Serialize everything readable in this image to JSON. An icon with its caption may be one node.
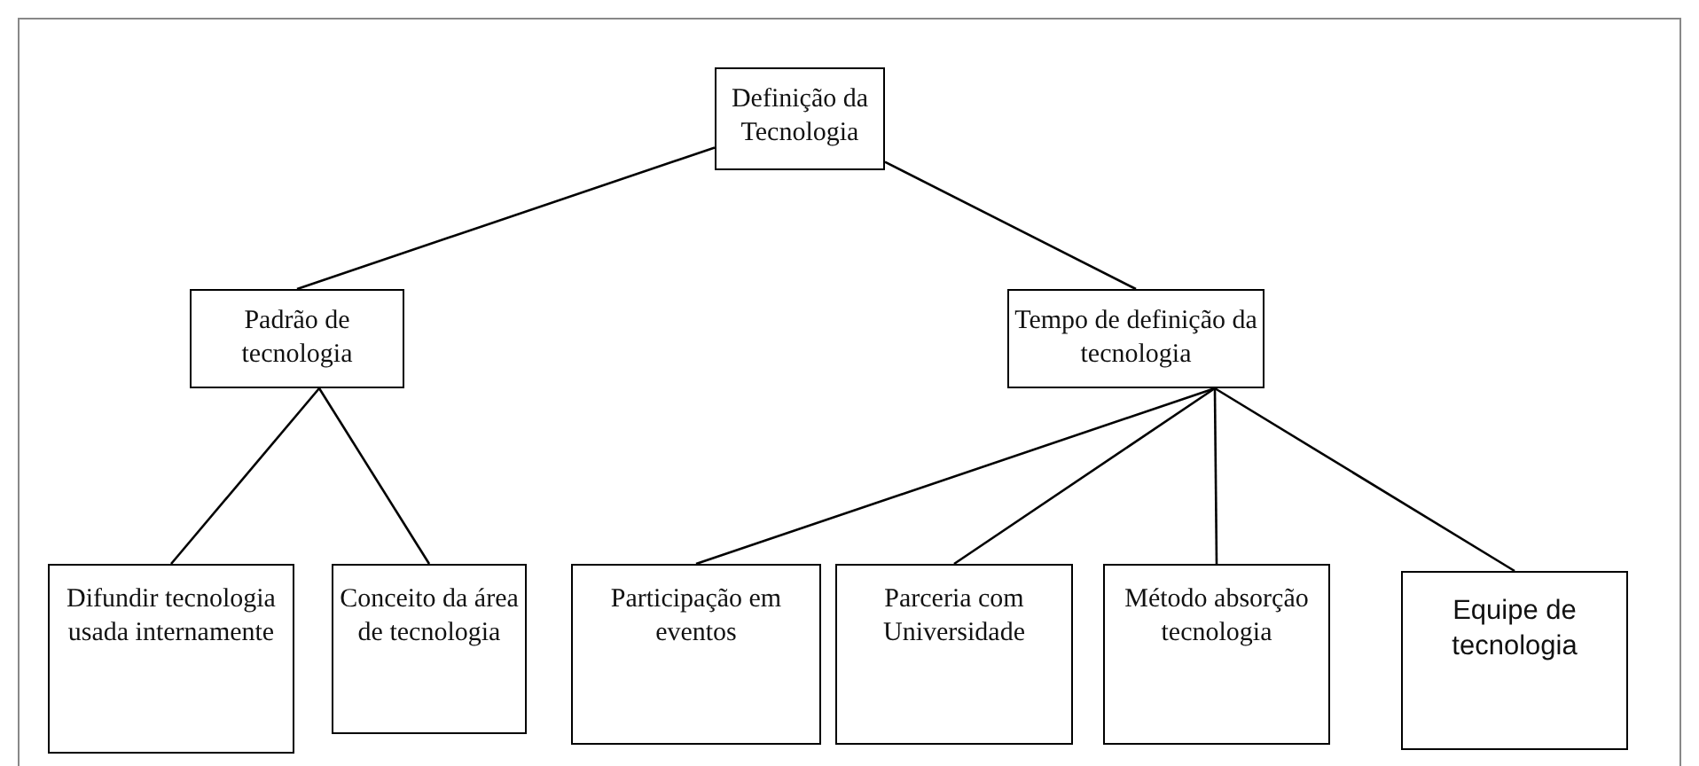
{
  "diagram": {
    "nodes": [
      {
        "text": [
          "Definição da Tecnologia"
        ]
      },
      {
        "text": [
          "Padrão de tecnologia"
        ]
      },
      {
        "text": [
          "Tempo de definição da tecnologia"
        ]
      },
      {
        "text": [
          "Difundir tecnologia usada internamente"
        ]
      },
      {
        "text": [
          "Conceito da área de tecnologia"
        ]
      },
      {
        "text": [
          "Participação em eventos"
        ]
      },
      {
        "text": [
          "Parceria com Universidade"
        ]
      },
      {
        "text": [
          "Método absorção tecnologia"
        ]
      },
      {
        "text": [
          "Equipe de tecnologia"
        ]
      }
    ],
    "edges": [
      {
        "from": 0,
        "to": 1,
        "arrow": "none"
      },
      {
        "from": 0,
        "to": 2,
        "arrow": "none"
      },
      {
        "from": 1,
        "to": 3,
        "arrow": "none"
      },
      {
        "from": 1,
        "to": 4,
        "arrow": "none"
      },
      {
        "from": 2,
        "to": 5,
        "arrow": "none"
      },
      {
        "from": 2,
        "to": 6,
        "arrow": "none"
      },
      {
        "from": 2,
        "to": 7,
        "arrow": "none"
      },
      {
        "from": 2,
        "to": 8,
        "arrow": "none"
      }
    ]
  }
}
